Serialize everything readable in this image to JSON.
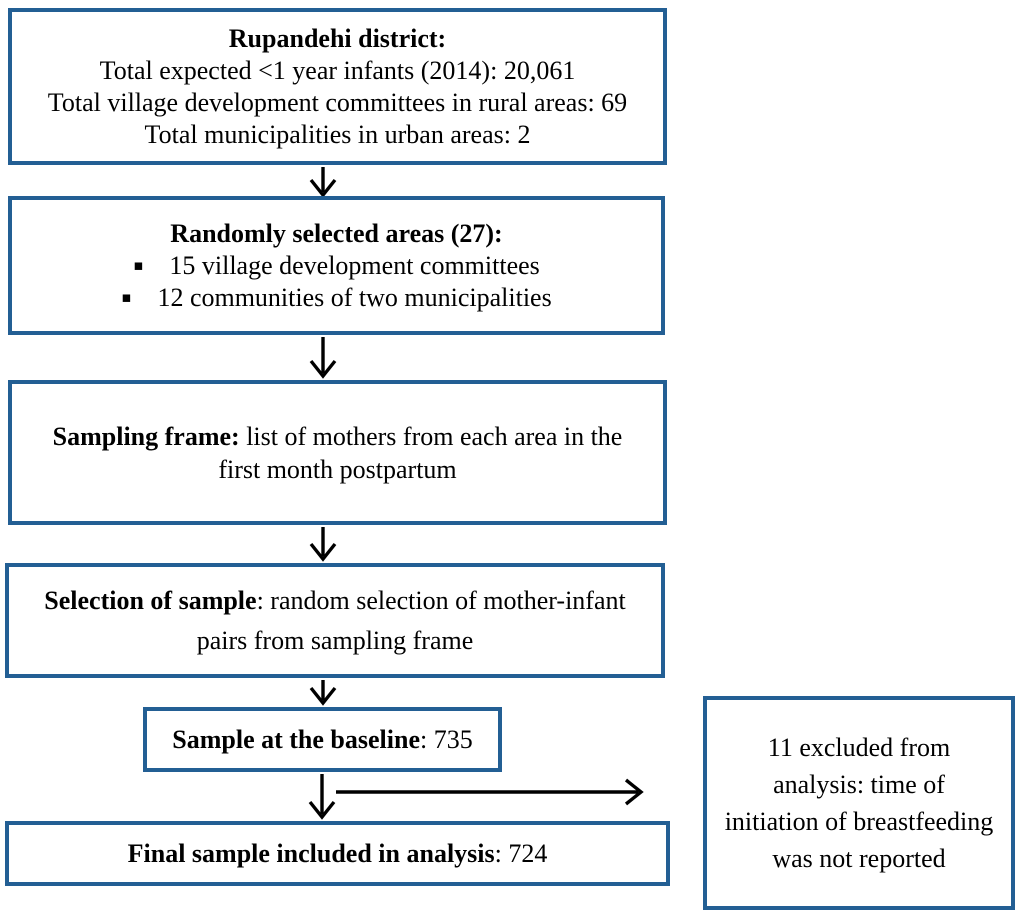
{
  "colors": {
    "box_border": "#235F94",
    "arrow": "#000000",
    "text": "#000000",
    "background": "#FFFFFF"
  },
  "flowchart": {
    "district_box": {
      "title": "Rupandehi district:",
      "lines": [
        "Total expected <1 year infants (2014): 20,061",
        "Total village development committees in rural areas: 69",
        "Total municipalities in urban areas: 2"
      ]
    },
    "areas_box": {
      "title": "Randomly selected areas (27):",
      "bullet_glyph": "▪",
      "bullets": [
        "15 village development committees",
        "12 communities of two municipalities"
      ]
    },
    "sampling_frame_box": {
      "label": "Sampling frame:",
      "line1_rest": " list of mothers from each area in the",
      "line2": "first month postpartum"
    },
    "selection_box": {
      "label": "Selection of sample",
      "line1_rest": ": random selection of mother-infant",
      "line2": "pairs from sampling frame"
    },
    "baseline_box": {
      "label": "Sample at the baseline",
      "value": ": 735"
    },
    "final_box": {
      "label": "Final sample included in analysis",
      "value": ": 724"
    },
    "excluded_box": {
      "lines": [
        "11 excluded from",
        "analysis: time of",
        "initiation of breastfeeding",
        "was not reported"
      ]
    }
  }
}
